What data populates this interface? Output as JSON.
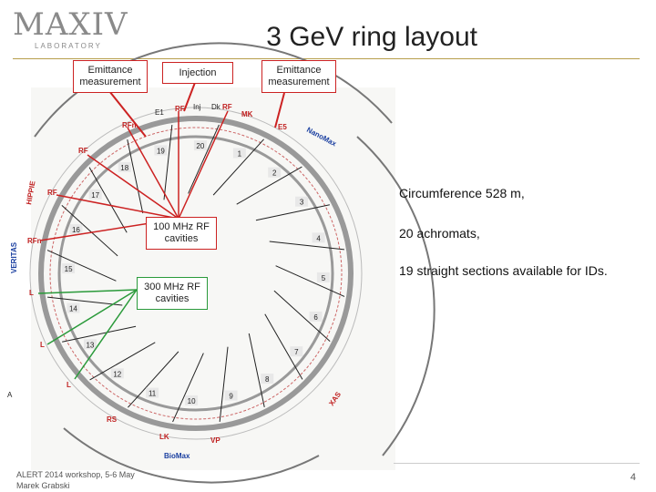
{
  "logo": {
    "main": "MAXIV",
    "sub": "LABORATORY"
  },
  "title": "3 GeV ring layout",
  "callouts": {
    "emittance_left": "Emittance measurement",
    "injection": "Injection",
    "emittance_right": "Emittance measurement",
    "rf100": "100 MHz RF cavities",
    "rf300": "300 MHz RF cavities"
  },
  "specs": {
    "circumference": "Circumference 528 m,",
    "achromats": "20 achromats,",
    "straights": "19 straight sections available for IDs."
  },
  "ring_labels": {
    "E1": "E1",
    "RF_top": "RF",
    "Inj": "Inj",
    "Dk": "Dk",
    "RF_right_top": "RF",
    "MK": "MK",
    "E5": "E5",
    "RFn": "RFn",
    "RF_left": "RF",
    "RF_left2": "RF",
    "RFn2": "RFn",
    "L1": "L",
    "L2": "L",
    "L3": "L",
    "RS": "RS",
    "LK": "LK",
    "VP": "VP",
    "A": "A"
  },
  "beamlines": {
    "nanomax": "NanoMax",
    "hippie": "HIPPIE",
    "veritas": "VERITAS",
    "biomax": "BioMax",
    "balder": "XAS"
  },
  "achromats": [
    "1",
    "2",
    "3",
    "4",
    "5",
    "6",
    "7",
    "8",
    "9",
    "10",
    "11",
    "12",
    "13",
    "14",
    "15",
    "16",
    "17",
    "18",
    "19",
    "20"
  ],
  "footer": {
    "line1": "ALERT 2014 workshop, 5-6 May",
    "line2": "Marek Grabski"
  },
  "page_number": "4",
  "colors": {
    "rf_red": "#cc2222",
    "rf300_green": "#2a9a3a",
    "accent_gold": "#b79e4b",
    "ring_gray": "#888888"
  }
}
